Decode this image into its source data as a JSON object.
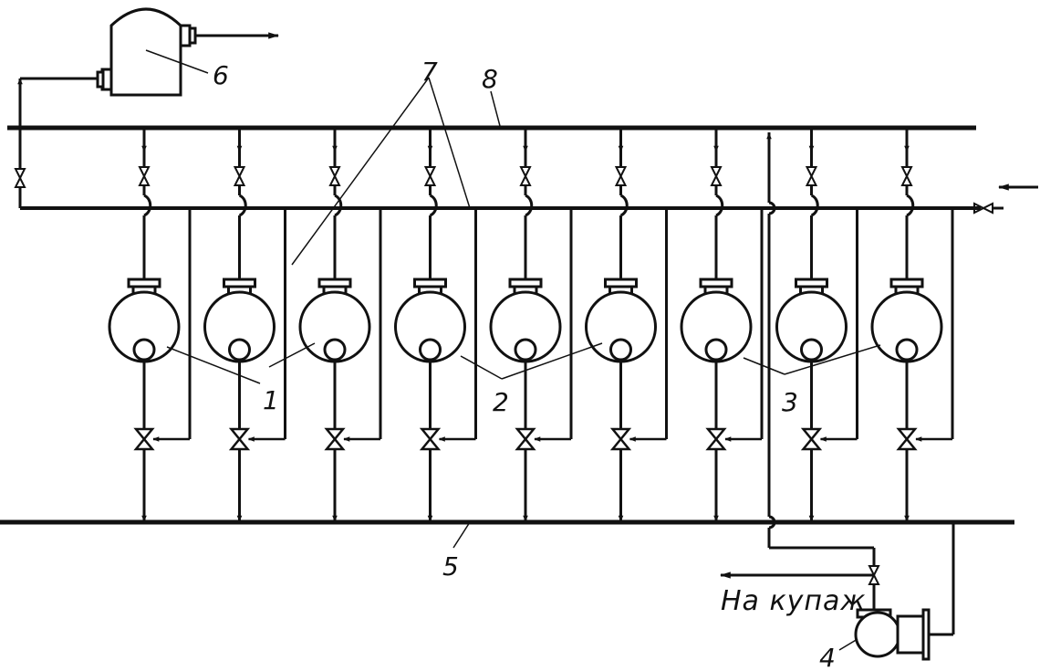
{
  "diagram": {
    "labels": {
      "l1": "1",
      "l2": "2",
      "l3": "3",
      "l4": "4",
      "l5": "5",
      "l6": "6",
      "l7": "7",
      "l8": "8",
      "to_blend": "На купаж"
    },
    "tank_count": 9,
    "groups": [
      {
        "label": "1",
        "tanks": 3
      },
      {
        "label": "2",
        "tanks": 3
      },
      {
        "label": "3",
        "tanks": 3
      }
    ],
    "colors": {
      "line": "#111111",
      "background": "#ffffff"
    }
  }
}
